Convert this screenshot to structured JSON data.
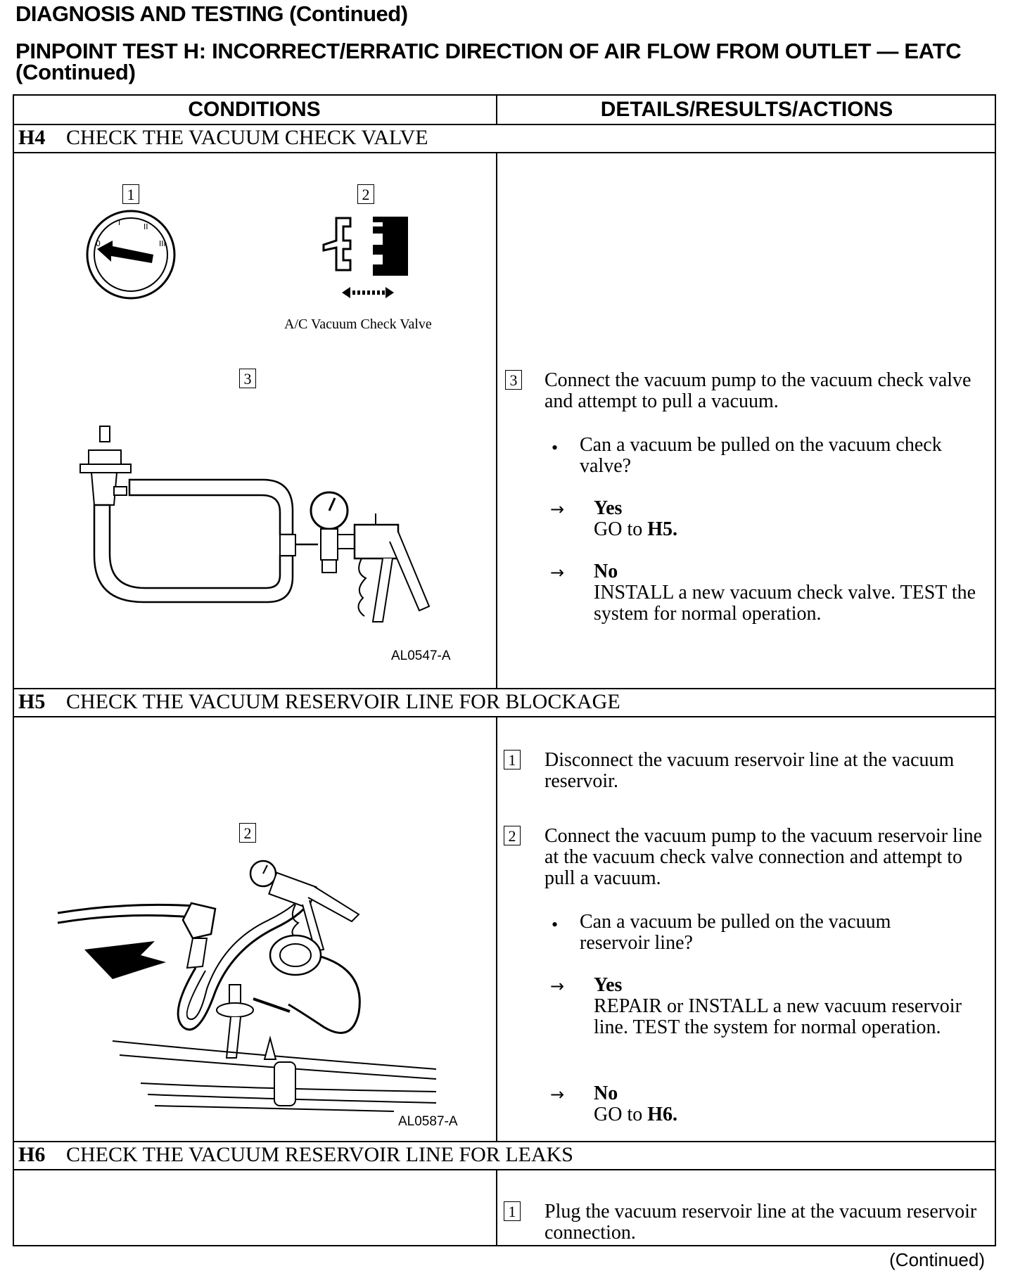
{
  "header": {
    "section": "DIAGNOSIS AND TESTING (Continued)",
    "test_title": "PINPOINT TEST H: INCORRECT/ERRATIC DIRECTION OF AIR FLOW FROM OUTLET — EATC (Continued)"
  },
  "columns": {
    "conditions": "CONDITIONS",
    "details": "DETAILS/RESULTS/ACTIONS"
  },
  "h4": {
    "code": "H4",
    "title": "CHECK THE VACUUM CHECK VALVE",
    "fig_labels": [
      "1",
      "2",
      "3"
    ],
    "caption": "A/C Vacuum Check Valve",
    "fig_code": "AL0547-A",
    "step_num": "3",
    "step_text": "Connect the vacuum pump to the vacuum check valve and attempt to pull a vacuum.",
    "question": "Can a vacuum be pulled on the vacuum check valve?",
    "yes_label": "Yes",
    "yes_action_prefix": "GO to ",
    "yes_action_target": "H5.",
    "no_label": "No",
    "no_action": "INSTALL a new vacuum check valve. TEST the system for normal operation."
  },
  "h5": {
    "code": "H5",
    "title": "CHECK THE VACUUM RESERVOIR LINE FOR BLOCKAGE",
    "fig_label": "2",
    "fig_code": "AL0587-A",
    "step1_num": "1",
    "step1_text": "Disconnect the vacuum reservoir line at the vacuum reservoir.",
    "step2_num": "2",
    "step2_text": "Connect the vacuum pump to the vacuum reservoir line at the vacuum check valve connection and attempt to pull a vacuum.",
    "question": "Can a vacuum be pulled on the vacuum reservoir line?",
    "yes_label": "Yes",
    "yes_action": "REPAIR or INSTALL a new vacuum reservoir line. TEST the system for normal operation.",
    "no_label": "No",
    "no_action_prefix": "GO to ",
    "no_action_target": "H6."
  },
  "h6": {
    "code": "H6",
    "title": "CHECK THE VACUUM RESERVOIR LINE FOR LEAKS",
    "step1_num": "1",
    "step1_text": "Plug the vacuum reservoir line at the vacuum reservoir connection."
  },
  "footer": {
    "continued": "(Continued)"
  },
  "symbols": {
    "arrow": "→",
    "bullet": "•"
  }
}
